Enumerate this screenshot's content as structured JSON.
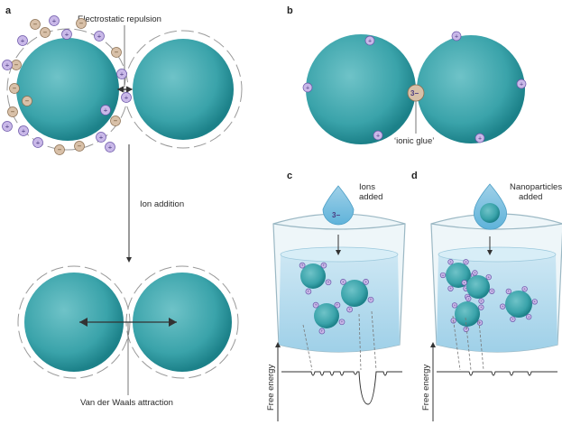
{
  "panels": {
    "a": "a",
    "b": "b",
    "c": "c",
    "d": "d"
  },
  "labels": {
    "repulsion": "Electrostatic repulsion",
    "ion_addition": "Ion addition",
    "vdw": "Van der Waals attraction",
    "ionic_glue": "‘ionic glue’",
    "ions_added": [
      "Ions",
      "added"
    ],
    "np_added": [
      "Nanoparticles",
      "added"
    ],
    "free_energy": "Free energy",
    "trivalent": "3−",
    "plus": "+",
    "minus": "−"
  },
  "colors": {
    "particle": "#3aa3aa",
    "particle_dark": "#1b7f87",
    "plus_ion": "#c9b8e8",
    "minus_ion": "#d8c0a8",
    "water": "#b5dcef",
    "glass": "#dceaf0"
  }
}
